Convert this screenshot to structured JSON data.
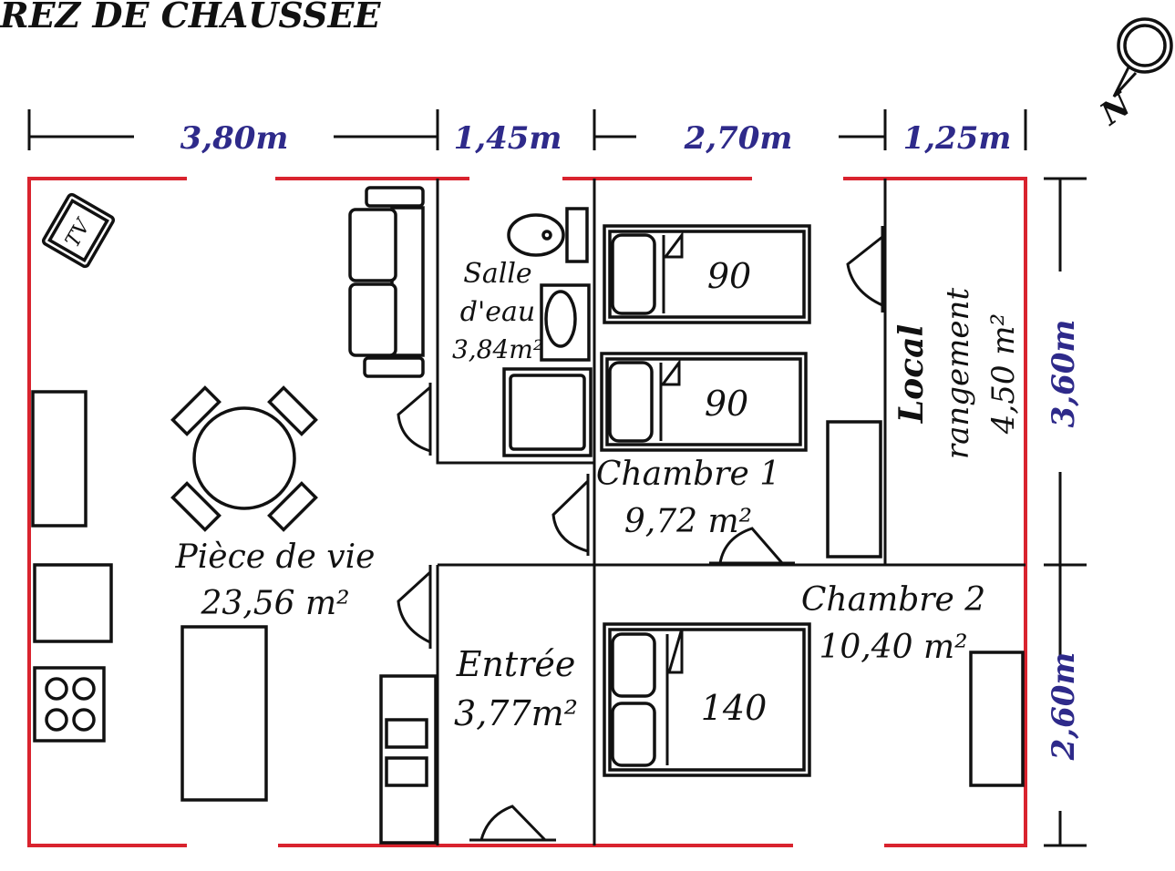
{
  "title": "REZ DE CHAUSSEE",
  "compass": {
    "label": "N"
  },
  "colors": {
    "outer_wall": "#d9232e",
    "dimension_text": "#2e2a8a",
    "wall": "#111111"
  },
  "dimensions": {
    "horizontal": [
      "3,80m",
      "1,45m",
      "2,70m",
      "1,25m"
    ],
    "vertical": [
      "3,60m",
      "2,60m"
    ]
  },
  "rooms": {
    "piece_de_vie": {
      "name": "Pièce de vie",
      "area": "23,56 m²"
    },
    "salle_deau": {
      "name1": "Salle",
      "name2": "d'eau",
      "area": "3,84m²"
    },
    "chambre1": {
      "name": "Chambre 1",
      "area": "9,72 m²"
    },
    "chambre2": {
      "name": "Chambre 2",
      "area": "10,40 m²"
    },
    "entree": {
      "name": "Entrée",
      "area": "3,77m²"
    },
    "local": {
      "name1": "Local",
      "name2": "rangement",
      "area": "4,50 m²"
    }
  },
  "furniture": {
    "tv": "TV",
    "bed1": "90",
    "bed2": "90",
    "bed3": "140"
  }
}
